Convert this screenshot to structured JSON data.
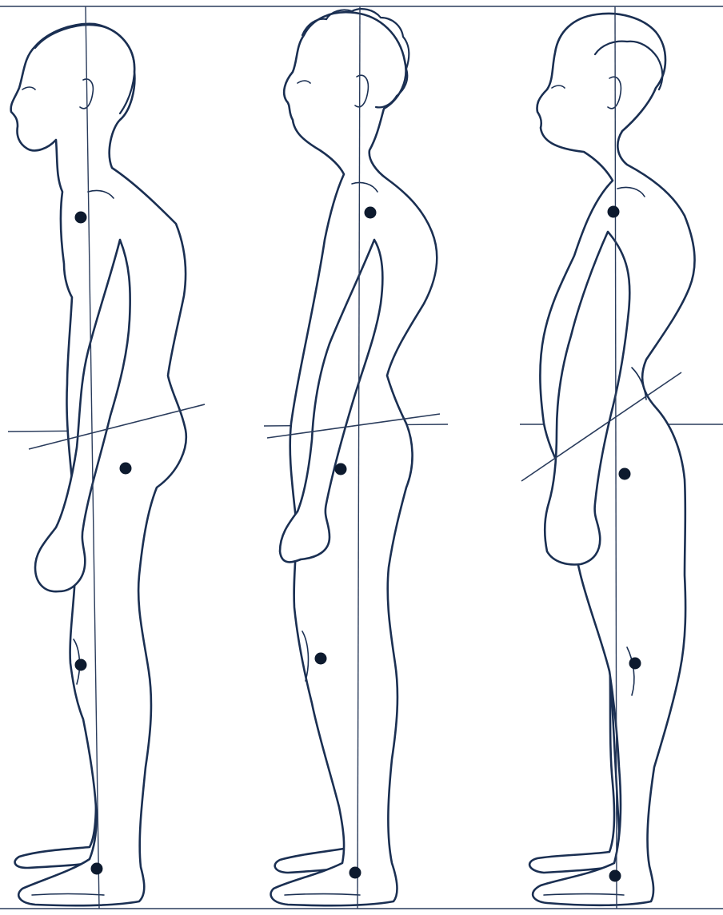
{
  "figures": [
    {
      "id": "figure-1",
      "description_key": "upright"
    },
    {
      "id": "figure-2",
      "description_key": "curly"
    },
    {
      "id": "figure-3",
      "description_key": "swayback"
    }
  ],
  "colors": {
    "ink": "#1a2f52",
    "marker": "#0d1a2e",
    "background": "#ffffff"
  },
  "landmarks": [
    "ear",
    "shoulder",
    "hip",
    "knee",
    "ankle"
  ]
}
